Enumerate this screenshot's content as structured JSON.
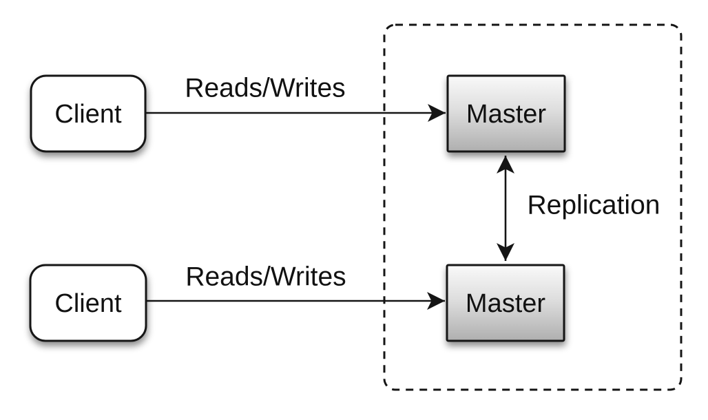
{
  "nodes": {
    "client_top": {
      "label": "Client",
      "shape": "rounded-rect",
      "fill": "#ffffff"
    },
    "client_bottom": {
      "label": "Client",
      "shape": "rounded-rect",
      "fill": "#ffffff"
    },
    "master_top": {
      "label": "Master",
      "shape": "rect",
      "fill": "gradient"
    },
    "master_bottom": {
      "label": "Master",
      "shape": "rect",
      "fill": "gradient"
    }
  },
  "edges": {
    "reads_writes_top": {
      "label": "Reads/Writes",
      "from": "client_top",
      "to": "master_top",
      "direction": "forward"
    },
    "reads_writes_bottom": {
      "label": "Reads/Writes",
      "from": "client_bottom",
      "to": "master_bottom",
      "direction": "forward"
    },
    "replication": {
      "label": "Replication",
      "from": "master_top",
      "to": "master_bottom",
      "direction": "bidirectional"
    }
  },
  "cluster": {
    "style": "dashed-rounded-rect",
    "contains": [
      "master_top",
      "master_bottom"
    ]
  },
  "colors": {
    "background": "#ffffff",
    "stroke": "#151515",
    "text": "#111111",
    "client_fill": "#ffffff",
    "master_gradient_top": "#f9f9f9",
    "master_gradient_mid": "#dedede",
    "master_gradient_bottom": "#afafaf"
  }
}
